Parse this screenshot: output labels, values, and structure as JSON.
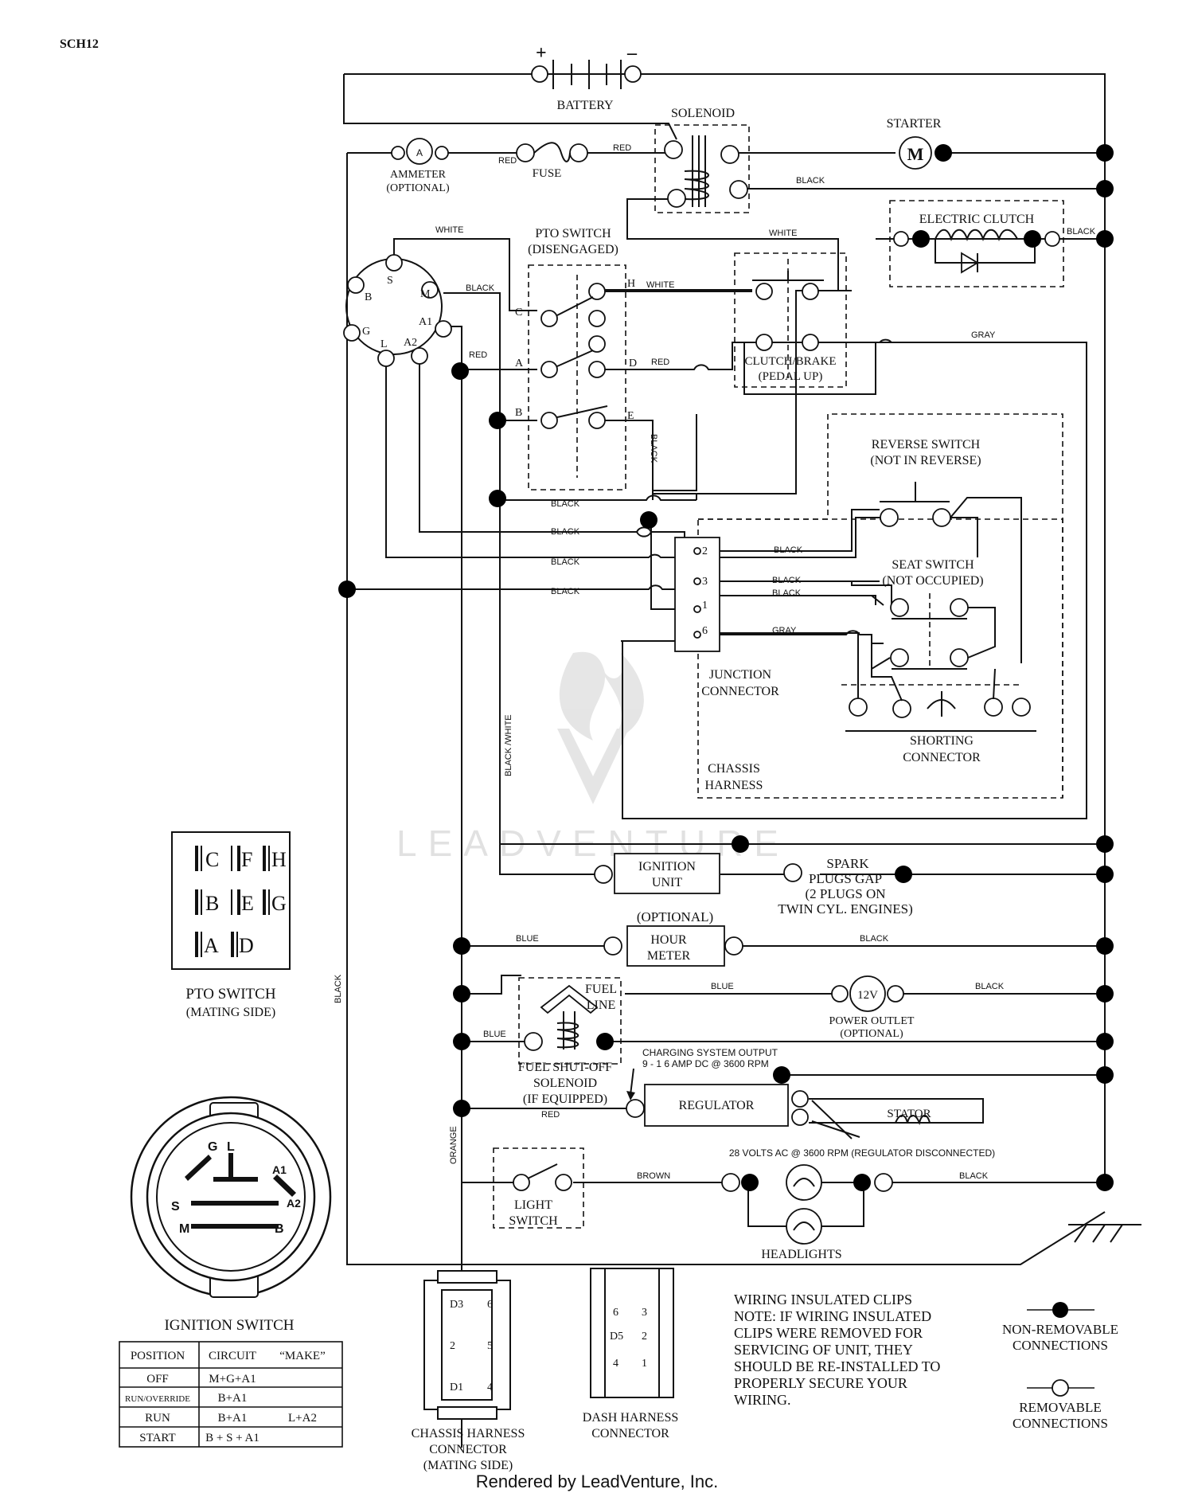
{
  "diagram_code": "SCH12",
  "components": {
    "battery": {
      "label": "BATTERY",
      "pos": "+",
      "neg": "–"
    },
    "solenoid": "SOLENOID",
    "starter": {
      "label": "STARTER",
      "symbol": "M"
    },
    "ammeter": {
      "label": "AMMETER",
      "note": "(OPTIONAL)",
      "symbol": "A"
    },
    "fuse": "FUSE",
    "electric_clutch": "ELECTRIC CLUTCH",
    "pto_switch": {
      "label": "PTO SWITCH",
      "state": "(DISENGAGED)",
      "pins": [
        "C",
        "H",
        "A",
        "D",
        "B",
        "E"
      ]
    },
    "clutch_brake": {
      "label": "CLUTCH/BRAKE",
      "state": "(PEDAL UP)"
    },
    "reverse_switch": {
      "label": "REVERSE SWITCH",
      "state": "(NOT IN REVERSE)"
    },
    "seat_switch": {
      "label": "SEAT SWITCH",
      "state": "(NOT OCCUPIED)"
    },
    "junction_connector": {
      "label1": "JUNCTION",
      "label2": "CONNECTOR",
      "pins": [
        "2",
        "3",
        "1",
        "6"
      ]
    },
    "shorting_connector": {
      "label1": "SHORTING",
      "label2": "CONNECTOR"
    },
    "chassis_harness": {
      "label1": "CHASSIS",
      "label2": "HARNESS"
    },
    "ignition_unit": {
      "label1": "IGNITION",
      "label2": "UNIT"
    },
    "spark_plugs": {
      "l1": "SPARK",
      "l2": "PLUGS GAP",
      "l3": "(2 PLUGS ON",
      "l4": "TWIN CYL. ENGINES)"
    },
    "hour_meter": {
      "optional": "(OPTIONAL)",
      "l1": "HOUR",
      "l2": "METER"
    },
    "fuel_line": {
      "l1": "FUEL",
      "l2": "LINE"
    },
    "power_outlet": {
      "symbol": "12V",
      "l1": "POWER OUTLET",
      "l2": "(OPTIONAL)"
    },
    "fuel_solenoid": {
      "l1": "FUEL SHUT-OFF",
      "l2": "SOLENOID",
      "l3": "(IF EQUIPPED)"
    },
    "charging": {
      "l1": "CHARGING SYSTEM OUTPUT",
      "l2": "9 - 1 6 AMP DC @ 3600 RPM"
    },
    "regulator": "REGULATOR",
    "stator": "STATOR",
    "stator_note": "28 VOLTS AC @ 3600 RPM (REGULATOR DISCONNECTED)",
    "light_switch": {
      "l1": "LIGHT",
      "l2": "SWITCH"
    },
    "headlights": "HEADLIGHTS",
    "ignition_switch_pins": [
      "S",
      "B",
      "M",
      "G",
      "L",
      "A1",
      "A2"
    ]
  },
  "wires": {
    "red": "RED",
    "black": "BLACK",
    "white": "WHITE",
    "gray": "GRAY",
    "blue": "BLUE",
    "brown": "BROWN",
    "orange": "ORANGE",
    "black_white": "BLACK /WHITE"
  },
  "pto_mating": {
    "grid": [
      "C",
      "F",
      "H",
      "B",
      "E",
      "G",
      "A",
      "D"
    ],
    "l1": "PTO SWITCH",
    "l2": "(MATING SIDE)"
  },
  "ignition_switch": {
    "label": "IGNITION SWITCH",
    "face": [
      "G",
      "L",
      "A1",
      "A2",
      "S",
      "M",
      "B"
    ],
    "table": {
      "headers": [
        "POSITION",
        "CIRCUIT",
        "“MAKE”"
      ],
      "rows": [
        [
          "OFF",
          "M+G+A1",
          ""
        ],
        [
          "RUN/OVERRIDE",
          "B+A1",
          ""
        ],
        [
          "RUN",
          "B+A1",
          "L+A2"
        ],
        [
          "START",
          "B + S + A1",
          ""
        ]
      ]
    }
  },
  "chassis_connector": {
    "pins": [
      "D3",
      "6",
      "2",
      "5",
      "D1",
      "4"
    ],
    "l1": "CHASSIS HARNESS",
    "l2": "CONNECTOR",
    "l3": "(MATING SIDE)"
  },
  "dash_connector": {
    "pins": [
      "6",
      "3",
      "D5",
      "2",
      "4",
      "1"
    ],
    "l1": "DASH HARNESS",
    "l2": "CONNECTOR"
  },
  "note": {
    "l1": "WIRING INSULATED CLIPS",
    "l2": "NOTE:  IF WIRING INSULATED",
    "l3": "CLIPS WERE REMOVED FOR",
    "l4": "SERVICING OF UNIT, THEY",
    "l5": "SHOULD BE RE-INSTALLED TO",
    "l6": "PROPERLY SECURE YOUR",
    "l7": "WIRING."
  },
  "legend": {
    "nr1": "NON-REMOVABLE",
    "nr2": "CONNECTIONS",
    "r1": "REMOVABLE",
    "r2": "CONNECTIONS"
  },
  "watermark": "LEADVENTURE",
  "footer": "Rendered by LeadVenture, Inc."
}
